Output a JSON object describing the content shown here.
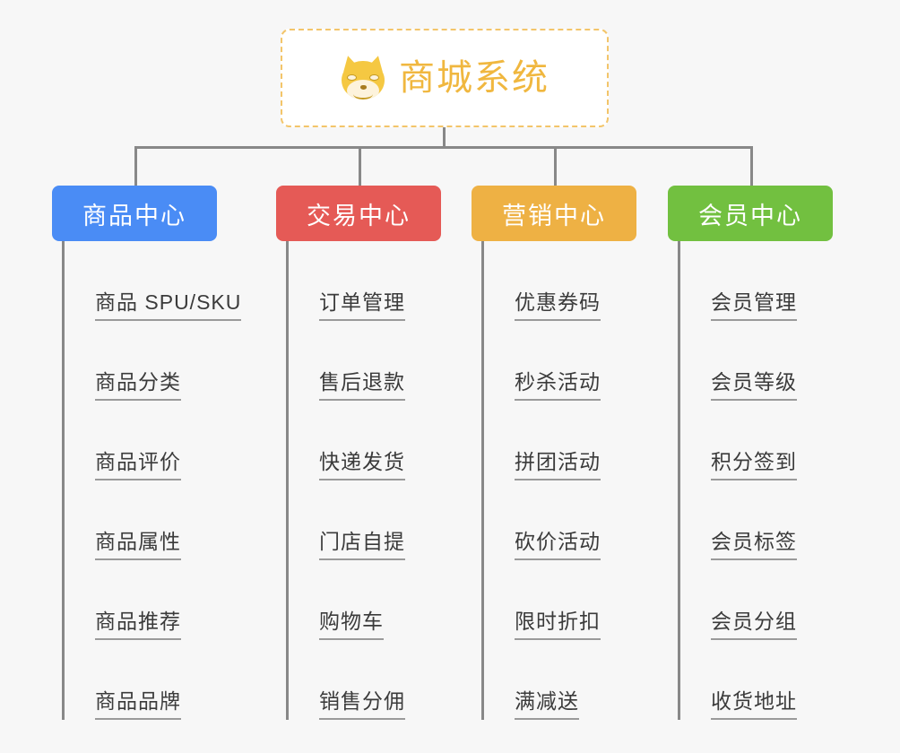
{
  "root": {
    "title": "商城系统",
    "icon": "shiba-dog-face-icon",
    "border_color": "#f3c56a",
    "text_color": "#f0b73f",
    "background": "#ffffff"
  },
  "canvas": {
    "background": "#f7f7f7",
    "connector_color": "#888888"
  },
  "columns": [
    {
      "id": "product-center",
      "title": "商品中心",
      "color": "#4a8cf5",
      "items": [
        "商品 SPU/SKU",
        "商品分类",
        "商品评价",
        "商品属性",
        "商品推荐",
        "商品品牌"
      ]
    },
    {
      "id": "trade-center",
      "title": "交易中心",
      "color": "#e55a56",
      "items": [
        "订单管理",
        "售后退款",
        "快递发货",
        "门店自提",
        "购物车",
        "销售分佣"
      ]
    },
    {
      "id": "marketing-center",
      "title": "营销中心",
      "color": "#eeb144",
      "items": [
        "优惠券码",
        "秒杀活动",
        "拼团活动",
        "砍价活动",
        "限时折扣",
        "满减送"
      ]
    },
    {
      "id": "member-center",
      "title": "会员中心",
      "color": "#72c040",
      "items": [
        "会员管理",
        "会员等级",
        "积分签到",
        "会员标签",
        "会员分组",
        "收货地址"
      ]
    }
  ]
}
